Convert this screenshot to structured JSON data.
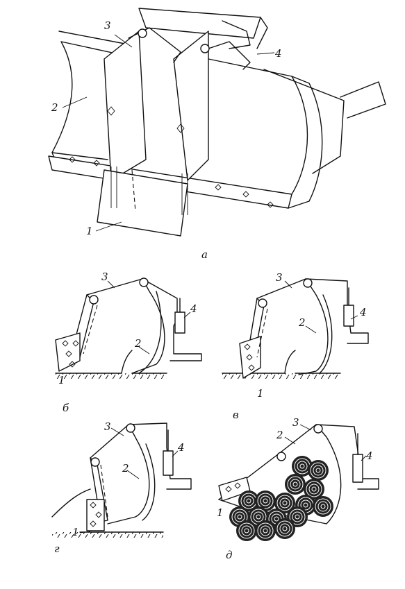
{
  "figure": {
    "panels": [
      {
        "id": "a",
        "letter": "а",
        "callouts": [
          "1",
          "2",
          "3",
          "4"
        ]
      },
      {
        "id": "b",
        "letter": "б",
        "callouts": [
          "1",
          "2",
          "3",
          "4"
        ]
      },
      {
        "id": "v",
        "letter": "в",
        "callouts": [
          "1",
          "2",
          "3",
          "4"
        ]
      },
      {
        "id": "g",
        "letter": "г",
        "callouts": [
          "1",
          "2",
          "3",
          "4"
        ]
      },
      {
        "id": "d",
        "letter": "д",
        "callouts": [
          "1",
          "2",
          "3",
          "4"
        ]
      }
    ]
  }
}
